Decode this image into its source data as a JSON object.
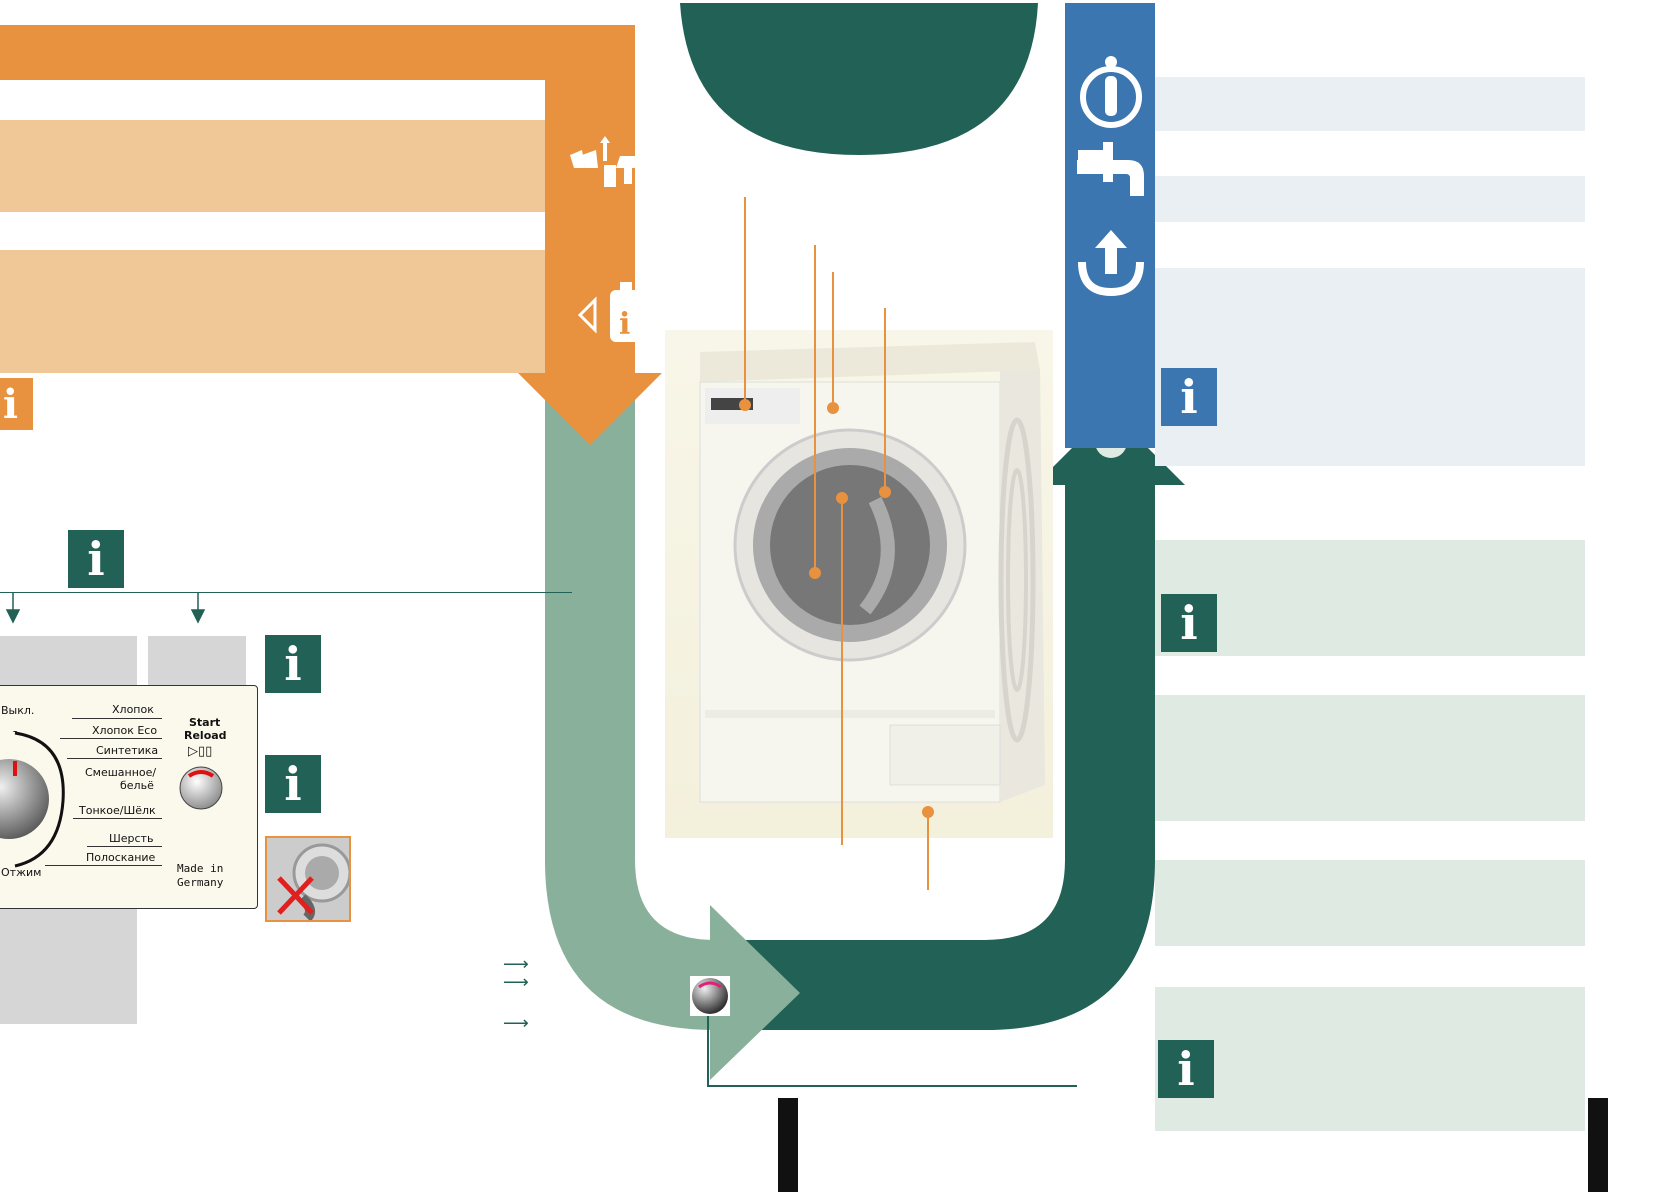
{
  "control_panel": {
    "off_label": "Выкл.",
    "programs": [
      "Хлопок",
      "Хлопок Eco",
      "Синтетика",
      "Смешанное/",
      "бельё",
      "Тонкое/Шёлк",
      "Шерсть",
      "Полоскание"
    ],
    "spin_label": "Отжим",
    "start_label_1": "Start",
    "start_label_2": "Reload",
    "start_symbol": "▷▯▯",
    "made_in_1": "Made in",
    "made_in_2": "Germany"
  },
  "arrows_text": [
    "⟶",
    "⟶",
    "⟶"
  ],
  "info_glyph": "i",
  "colors": {
    "orange": "#E8913E",
    "light_orange": "#F0C797",
    "dark_green": "#226155",
    "light_green": "#88B09B",
    "blue": "#3B76B0",
    "pale_blue": "#E9EFF2",
    "pale_green": "#DFEBE2"
  },
  "icons": [
    "sort-laundry-icon",
    "detergent-info-icon",
    "info-circle-icon",
    "water-tap-icon",
    "unload-icon",
    "no-pets-in-drum-icon",
    "program-selector-knob-icon"
  ]
}
